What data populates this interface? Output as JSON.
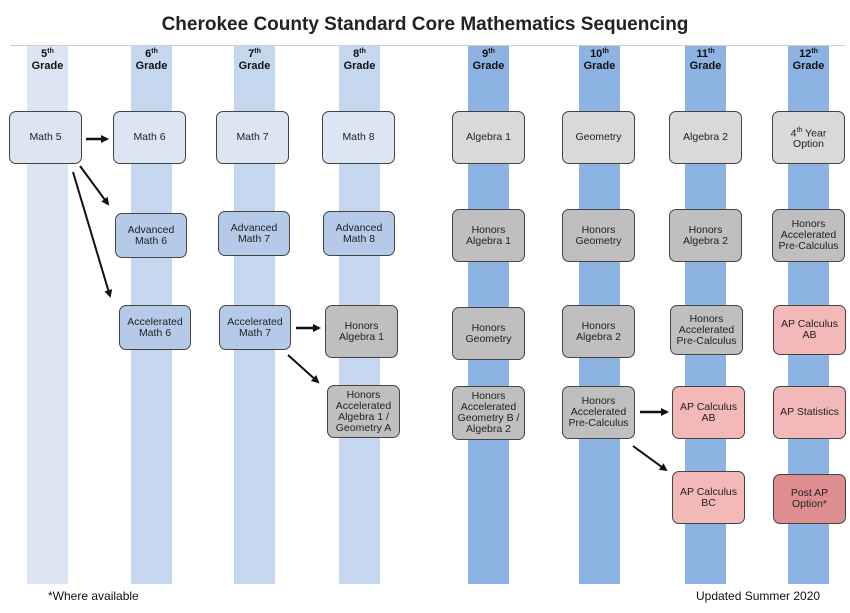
{
  "title": "Cherokee County Standard Core Mathematics Sequencing",
  "grades": [
    {
      "num": "5",
      "suffix": "th",
      "word": "Grade"
    },
    {
      "num": "6",
      "suffix": "th",
      "word": "Grade"
    },
    {
      "num": "7",
      "suffix": "th",
      "word": "Grade"
    },
    {
      "num": "8",
      "suffix": "th",
      "word": "Grade"
    },
    {
      "num": "9",
      "suffix": "th",
      "word": "Grade"
    },
    {
      "num": "10",
      "suffix": "th",
      "word": "Grade"
    },
    {
      "num": "11",
      "suffix": "th",
      "word": "Grade"
    },
    {
      "num": "12",
      "suffix": "th",
      "word": "Grade"
    }
  ],
  "courses": {
    "math5": "Math 5",
    "math6": "Math 6",
    "math7": "Math 7",
    "math8": "Math 8",
    "adv_math6": "Advanced Math 6",
    "adv_math7": "Advanced Math 7",
    "adv_math8": "Advanced Math 8",
    "acc_math6": "Accelerated Math 6",
    "acc_math7": "Accelerated Math 7",
    "honors_alg1_g8": "Honors Algebra 1",
    "honors_acc_alg1_geoA": "Honors Accelerated Algebra 1 / Geometry A",
    "alg1": "Algebra 1",
    "honors_alg1": "Honors Algebra 1",
    "honors_geometry_g9": "Honors Geometry",
    "honors_acc_geoB_alg2": "Honors Accelerated Geometry B / Algebra 2",
    "geometry": "Geometry",
    "honors_geometry_g10": "Honors Geometry",
    "honors_alg2_g10": "Honors Algebra 2",
    "honors_acc_precalc_g10": "Honors Accelerated Pre-Calculus",
    "alg2": "Algebra 2",
    "honors_alg2_g11": "Honors Algebra 2",
    "honors_acc_precalc_g11": "Honors Accelerated Pre-Calculus",
    "ap_calc_ab_g11": "AP Calculus AB",
    "ap_calc_bc_g11": "AP Calculus BC",
    "fourth_year_num": "4",
    "fourth_year_suffix": "th",
    "fourth_year_rest": "Year Option",
    "honors_acc_precalc_g12": "Honors Accelerated Pre-Calculus",
    "ap_calc_ab_g12": "AP Calculus AB",
    "ap_statistics": "AP Statistics",
    "post_ap_option": "Post AP Option*"
  },
  "footer": {
    "note": "*Where available",
    "updated": "Updated Summer 2020"
  },
  "colors": {
    "column_light": "#dbe5f3",
    "column_mid": "#c5d7ef",
    "column_high": "#8db3e2",
    "box_light_blue": "#dbe5f3",
    "box_mid_blue": "#b5cae8",
    "box_light_gray": "#d9d9d9",
    "box_dark_gray": "#bfbfbf",
    "box_pink": "#f3b8b8",
    "box_dark_pink": "#de8e8e"
  }
}
